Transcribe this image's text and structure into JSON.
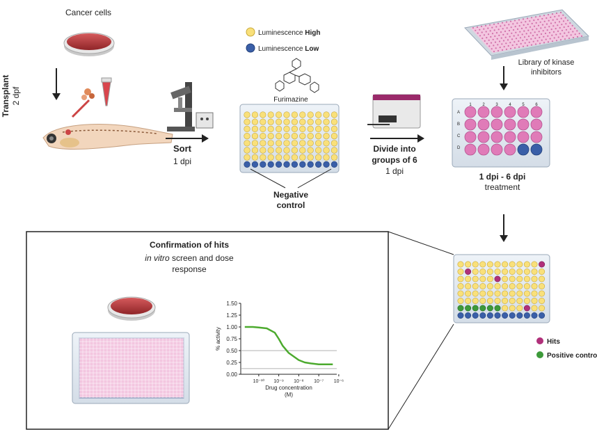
{
  "labels": {
    "transplant": "Transplant",
    "transplant_age": "2 dpf",
    "cancer_cells": "Cancer cells",
    "sort": "Sort",
    "sort_time": "1 dpi",
    "lum_high_prefix": "Luminescence ",
    "lum_high_bold": "High",
    "lum_low_prefix": "Luminescence ",
    "lum_low_bold": "Low",
    "furimazine": "Furimazine",
    "negative_control_1": "Negative",
    "negative_control_2": "control",
    "divide_1": "Divide into",
    "divide_2": "groups of 6",
    "divide_time": "1 dpi",
    "library_1": "Library of kinase",
    "library_2": "inhibitors",
    "treatment_range": "1 dpi - 6 dpi",
    "treatment": "treatment",
    "hits": "Hits",
    "positive_control": "Positive control",
    "confirm_title": "Confirmation of hits",
    "confirm_sub_italic": "in vitro",
    "confirm_sub_rest": " screen and dose",
    "confirm_sub_2": "response"
  },
  "colors": {
    "yellow": "#f9e07a",
    "blue": "#3a5fa8",
    "pink": "#e07bb8",
    "magenta": "#b0307a",
    "green": "#3d9a3a",
    "curve": "#4caa2e",
    "dish": "#b73b3f"
  },
  "plate_well_labels": {
    "cols6": [
      "1",
      "2",
      "3",
      "4",
      "5",
      "6"
    ],
    "rows4": [
      "A",
      "B",
      "C",
      "D"
    ]
  },
  "chart_data": {
    "type": "line",
    "ylabel": "% activity",
    "xlabel": "Drug concentration (M)",
    "ylim": [
      0,
      1.5
    ],
    "yticks": [
      "0.00",
      "0.25",
      "0.50",
      "0.75",
      "1.00",
      "1.25",
      "1.50"
    ],
    "xticks": [
      "10⁻¹⁰",
      "10⁻⁹",
      "10⁻⁸",
      "10⁻⁷",
      "10⁻⁶"
    ],
    "reference_lines": [
      0.5,
      0.12
    ],
    "series": [
      {
        "x_log": [
          -10.7,
          -10.3,
          -10,
          -9.6,
          -9.2,
          -9,
          -8.8,
          -8.5,
          -8.2,
          -8,
          -7.7,
          -7.4,
          -7,
          -6.6,
          -6.3
        ],
        "y": [
          1.0,
          1.0,
          0.99,
          0.97,
          0.88,
          0.75,
          0.6,
          0.45,
          0.36,
          0.3,
          0.25,
          0.23,
          0.21,
          0.21,
          0.21
        ]
      }
    ]
  }
}
